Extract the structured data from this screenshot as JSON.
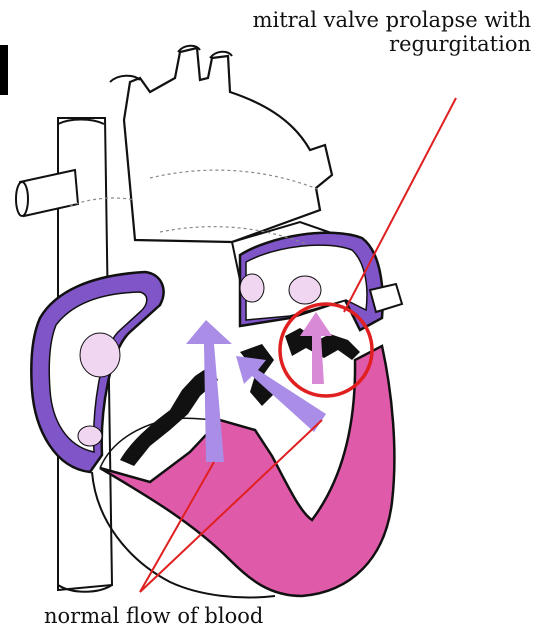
{
  "labels": {
    "mitral_line1": "mitral valve prolapse with",
    "mitral_line2": "regurgitation",
    "normal_flow": "normal flow of blood"
  },
  "colors": {
    "outline": "#111111",
    "purple_wall": "#7f55c8",
    "pink_wall": "#e05aaa",
    "light_pink": "#f1d6f1",
    "arrow": "#a98de6",
    "pointer": "#e02020"
  }
}
